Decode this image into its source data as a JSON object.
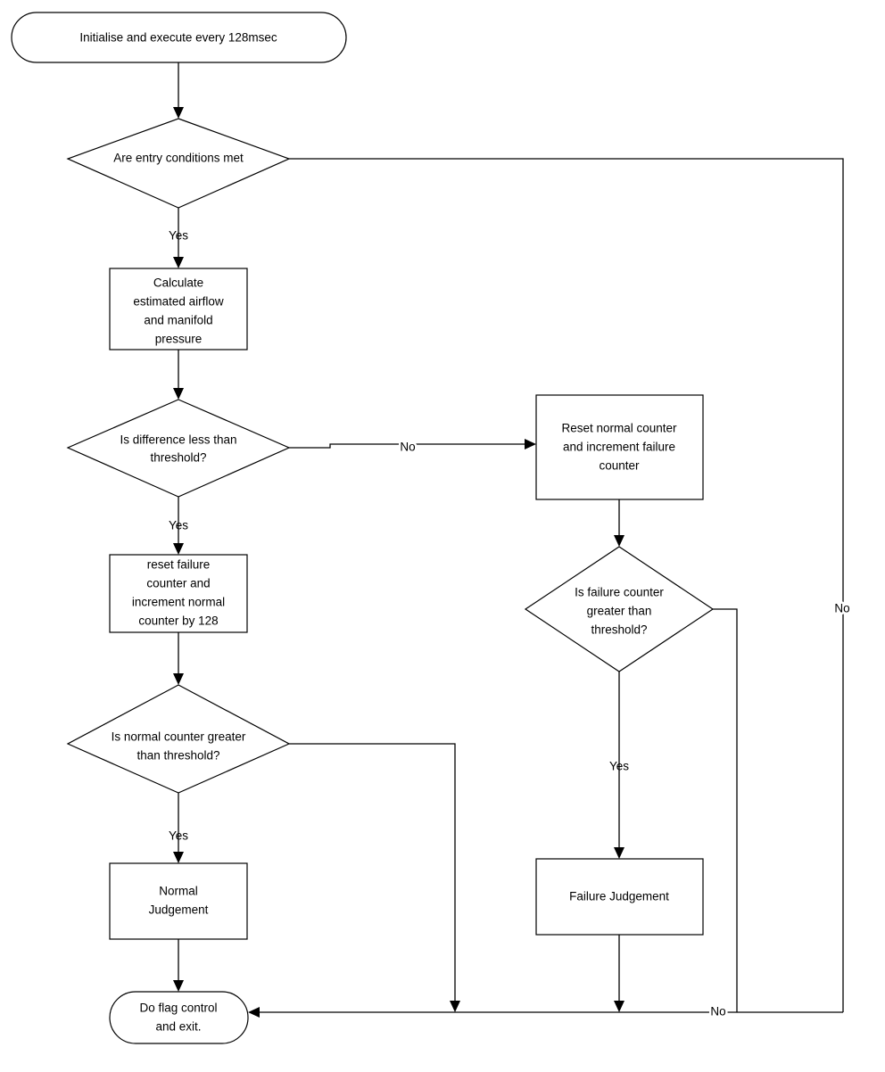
{
  "diagram": {
    "type": "flowchart",
    "title": "Airflow / manifold pressure diagnostic flowchart",
    "background_color": "#ffffff",
    "line_color": "#000000",
    "fill_color": "#ffffff"
  },
  "nodes": {
    "start": {
      "id": "start",
      "shape": "terminator",
      "label": "Initialise and execute every 128msec",
      "lines": [
        "Initialise and execute every 128msec"
      ]
    },
    "entry_conditions": {
      "id": "entry_conditions",
      "shape": "decision",
      "label": "Are entry conditions met",
      "lines": [
        "Are entry conditions met"
      ]
    },
    "calculate": {
      "id": "calculate",
      "shape": "process",
      "label": "Calculate estimated airflow and manifold pressure",
      "lines": [
        "Calculate",
        "estimated airflow",
        "and manifold",
        "pressure"
      ]
    },
    "difference_check": {
      "id": "difference_check",
      "shape": "decision",
      "label": "Is difference less than threshold?",
      "lines": [
        "Is difference less than",
        "threshold?"
      ]
    },
    "reset_failure": {
      "id": "reset_failure",
      "shape": "process",
      "label": "reset failure counter and increment normal counter by 128",
      "lines": [
        "reset failure",
        "counter and",
        "increment normal",
        "counter by 128"
      ]
    },
    "reset_normal": {
      "id": "reset_normal",
      "shape": "process",
      "label": "Reset normal counter and increment failure counter",
      "lines": [
        "Reset normal counter",
        "and increment failure",
        "counter"
      ]
    },
    "normal_counter_check": {
      "id": "normal_counter_check",
      "shape": "decision",
      "label": "Is normal counter greater than threshold?",
      "lines": [
        "Is normal counter greater",
        "than threshold?"
      ]
    },
    "failure_counter_check": {
      "id": "failure_counter_check",
      "shape": "decision",
      "label": "Is failure counter greater than threshold?",
      "lines": [
        "Is failure counter",
        "greater than",
        "threshold?"
      ]
    },
    "normal_judgement": {
      "id": "normal_judgement",
      "shape": "process",
      "label": "Normal Judgement",
      "lines": [
        "Normal",
        "Judgement"
      ]
    },
    "failure_judgement": {
      "id": "failure_judgement",
      "shape": "process",
      "label": "Failure Judgement",
      "lines": [
        "Failure Judgement"
      ]
    },
    "end": {
      "id": "end",
      "shape": "terminator",
      "label": "Do flag control and exit.",
      "lines": [
        "Do flag control",
        "and exit."
      ]
    }
  },
  "edge_labels": {
    "entry_yes": "Yes",
    "entry_no": "No",
    "difference_yes": "Yes",
    "difference_no": "No",
    "normal_counter_yes": "Yes",
    "failure_counter_yes": "Yes",
    "failure_counter_no": "No"
  },
  "edges": [
    {
      "from": "start",
      "to": "entry_conditions",
      "label": ""
    },
    {
      "from": "entry_conditions",
      "to": "calculate",
      "label": "Yes"
    },
    {
      "from": "entry_conditions",
      "to": "end",
      "label": "No"
    },
    {
      "from": "calculate",
      "to": "difference_check",
      "label": ""
    },
    {
      "from": "difference_check",
      "to": "reset_failure",
      "label": "Yes"
    },
    {
      "from": "difference_check",
      "to": "reset_normal",
      "label": "No"
    },
    {
      "from": "reset_failure",
      "to": "normal_counter_check",
      "label": ""
    },
    {
      "from": "reset_normal",
      "to": "failure_counter_check",
      "label": ""
    },
    {
      "from": "normal_counter_check",
      "to": "normal_judgement",
      "label": "Yes"
    },
    {
      "from": "normal_counter_check",
      "to": "end",
      "label": ""
    },
    {
      "from": "failure_counter_check",
      "to": "failure_judgement",
      "label": "Yes"
    },
    {
      "from": "failure_counter_check",
      "to": "end",
      "label": "No"
    },
    {
      "from": "normal_judgement",
      "to": "end",
      "label": ""
    },
    {
      "from": "failure_judgement",
      "to": "end",
      "label": ""
    }
  ]
}
